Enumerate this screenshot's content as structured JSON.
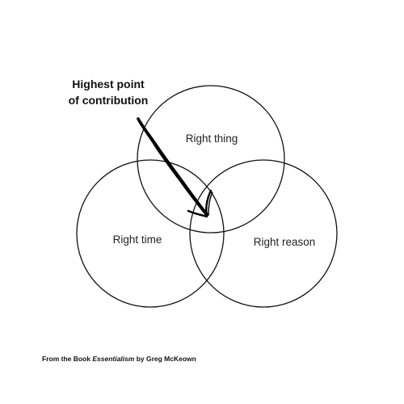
{
  "callout": {
    "line1": "Highest point",
    "line2": "of contribution"
  },
  "circles": {
    "top": "Right thing",
    "left": "Right time",
    "right": "Right reason"
  },
  "credit": {
    "prefix": "From the Book ",
    "book": "Essentialism",
    "suffix": " by Greg McKeown"
  },
  "colors": {
    "stroke": "#111111",
    "background": "#ffffff"
  }
}
